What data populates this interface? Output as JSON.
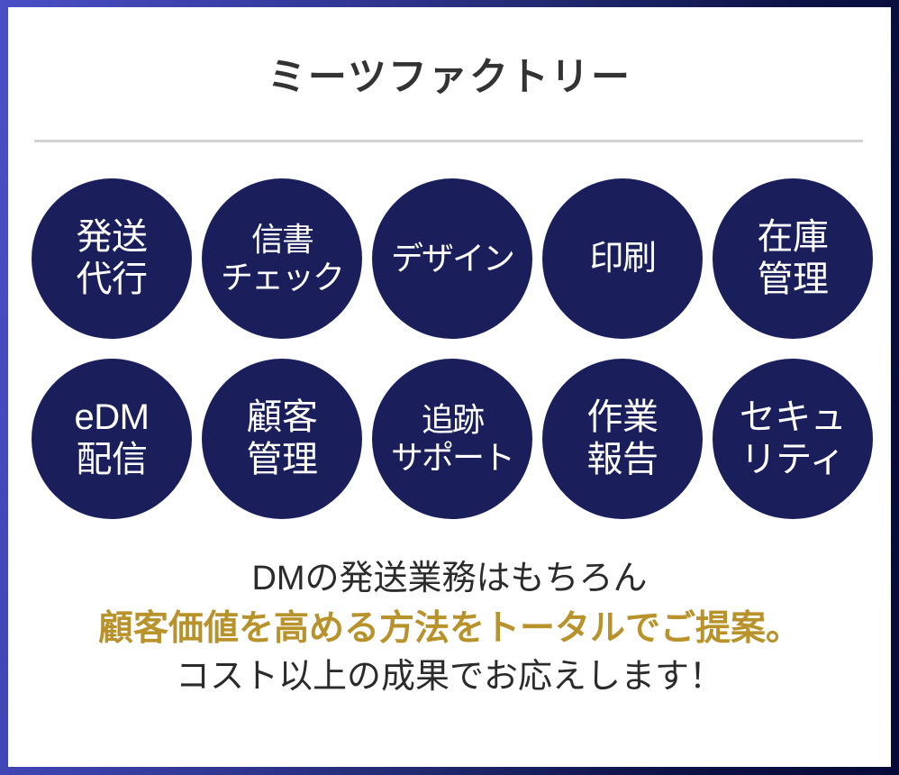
{
  "page": {
    "title": "ミーツファクトリー",
    "border_gradient_start": "#4a4fc6",
    "border_gradient_end": "#050a38",
    "card_background": "#ffffff",
    "divider_color": "#d2d2d2"
  },
  "services": {
    "circle_color": "#1a1f5c",
    "circle_text_color": "#ffffff",
    "rows": [
      {
        "items": [
          {
            "lines": [
              "発送",
              "代行"
            ]
          },
          {
            "lines": [
              "信書",
              "チェック"
            ]
          },
          {
            "lines": [
              "デザイン"
            ]
          },
          {
            "lines": [
              "印刷"
            ]
          },
          {
            "lines": [
              "在庫",
              "管理"
            ]
          }
        ]
      },
      {
        "items": [
          {
            "lines": [
              "eDM",
              "配信"
            ]
          },
          {
            "lines": [
              "顧客",
              "管理"
            ]
          },
          {
            "lines": [
              "追跡",
              "サポート"
            ]
          },
          {
            "lines": [
              "作業",
              "報告"
            ]
          },
          {
            "lines": [
              "セキュ",
              "リティ"
            ]
          }
        ]
      }
    ]
  },
  "tagline": {
    "accent_color": "#b8922b",
    "plain_color": "#2b2b2b",
    "lines": [
      {
        "text": "DMの発送業務はもちろん",
        "style": "plain"
      },
      {
        "text": "顧客価値を高める方法をトータルでご提案。",
        "style": "accent"
      },
      {
        "text": "コスト以上の成果でお応えします！",
        "style": "plain"
      }
    ]
  }
}
